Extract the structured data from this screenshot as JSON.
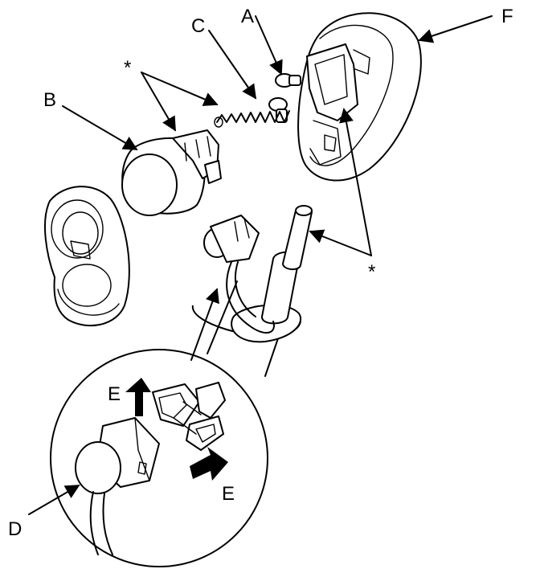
{
  "labels": {
    "a": "A",
    "b": "B",
    "c": "C",
    "d": "D",
    "e_upper": "E",
    "e_lower": "E",
    "f": "F",
    "star_top": "*",
    "star_right": "*"
  },
  "colors": {
    "line": "#000000",
    "background": "#ffffff"
  }
}
